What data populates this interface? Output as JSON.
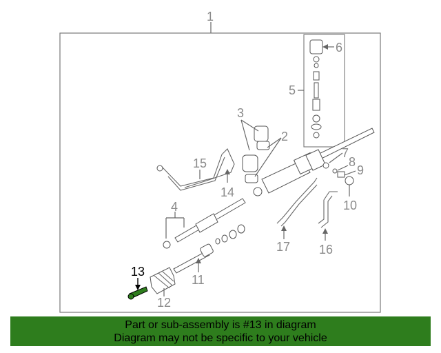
{
  "diagram": {
    "highlighted_part": "13",
    "part_labels": [
      "1",
      "2",
      "3",
      "4",
      "5",
      "6",
      "7",
      "8",
      "9",
      "10",
      "11",
      "12",
      "13",
      "14",
      "15",
      "16",
      "17"
    ]
  },
  "banner": {
    "line1": "Part or sub-assembly is #13 in diagram",
    "line2": "Diagram may not be specific to your vehicle"
  },
  "colors": {
    "banner_bg": "#2e7d1d",
    "highlight": "#000000",
    "diagram_lines": "#666666"
  }
}
